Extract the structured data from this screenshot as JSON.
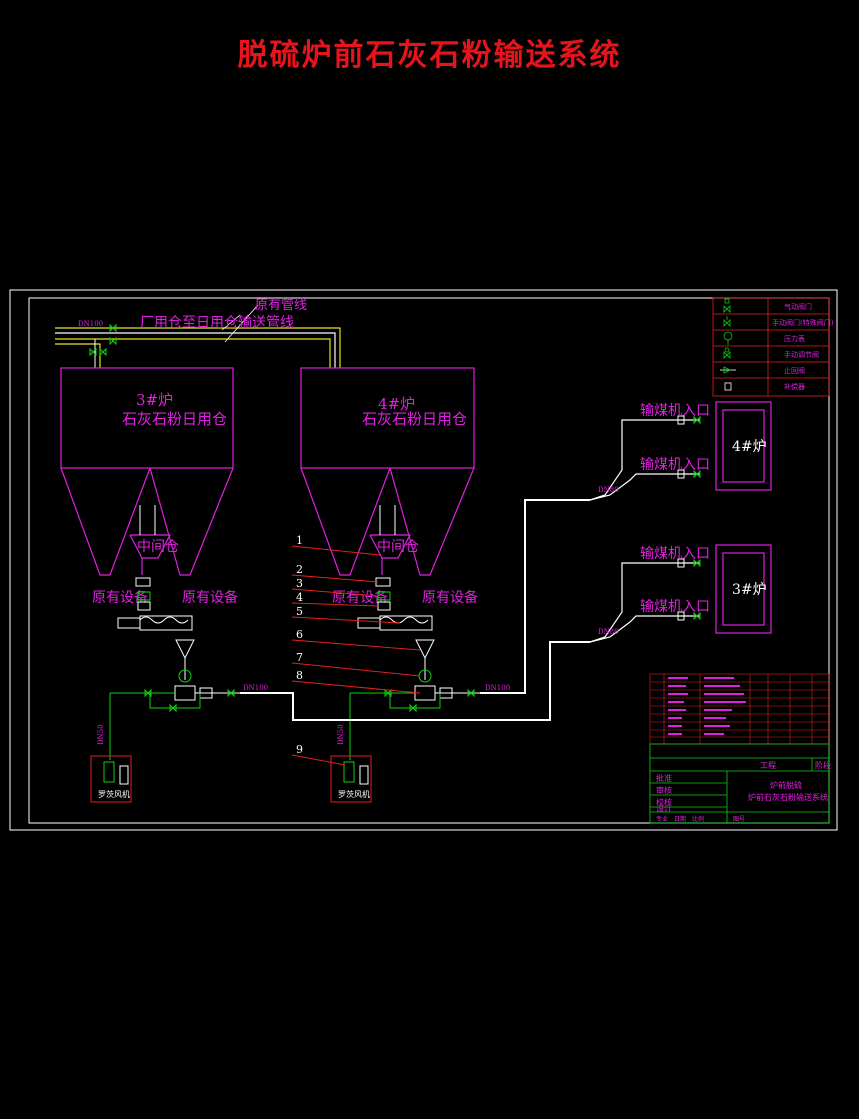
{
  "title": "脱硫炉前石灰石粉输送系统",
  "colors": {
    "background": "#000000",
    "magenta": "#e020e0",
    "green": "#10d010",
    "red": "#e02020",
    "yellow": "#e8e020",
    "white": "#ffffff",
    "title": "#e8141c"
  },
  "pipes": {
    "original_line": "原有管线",
    "plant_to_daily": "厂用仓至日用仓输送管线",
    "dn100_left": "DN100",
    "dn100_mid_left": "DN100",
    "dn100_mid_right": "DN100",
    "dn80_upper": "DN80",
    "dn80_lower": "DN80",
    "dn50_left": "DN50",
    "dn50_right": "DN50"
  },
  "silo3": {
    "line1": "3#炉",
    "line2": "石灰石粉日用仓",
    "intermediate": "中间仓",
    "equip_left": "原有设备",
    "equip_right": "原有设备"
  },
  "silo4": {
    "line1": "4#炉",
    "line2": "石灰石粉日用仓",
    "intermediate": "中间仓",
    "equip_left": "原有设备",
    "equip_right": "原有设备"
  },
  "boilers": {
    "b4": {
      "name": "4#炉",
      "inlet_top": "输煤机入口",
      "inlet_bottom": "输煤机入口"
    },
    "b3": {
      "name": "3#炉",
      "inlet_top": "输煤机入口",
      "inlet_bottom": "输煤机入口"
    }
  },
  "blowers": {
    "left": "罗茨风机",
    "right": "罗茨风机"
  },
  "callouts": [
    "1",
    "2",
    "3",
    "4",
    "5",
    "6",
    "7",
    "8",
    "9"
  ],
  "legend": [
    {
      "icon": "pneumatic-valve-icon",
      "label": "气动阀门"
    },
    {
      "icon": "manual-valve-icon",
      "label": "手动阀门(特殊阀门)"
    },
    {
      "icon": "pressure-gauge-icon",
      "label": "压力表"
    },
    {
      "icon": "manual-regulator-icon",
      "label": "手动调节阀"
    },
    {
      "icon": "check-valve-icon",
      "label": "止回阀"
    },
    {
      "icon": "compensator-icon",
      "label": "补偿器"
    }
  ],
  "title_block": {
    "project": "工程",
    "stage": "阶段",
    "rows": [
      "批准",
      "审核",
      "校核",
      "设计"
    ],
    "drawing_line1": "炉前脱硫",
    "drawing_line2": "炉前石灰石粉输送系统",
    "bottom_labels": [
      "专业",
      "日期",
      "比例",
      "图号"
    ]
  }
}
